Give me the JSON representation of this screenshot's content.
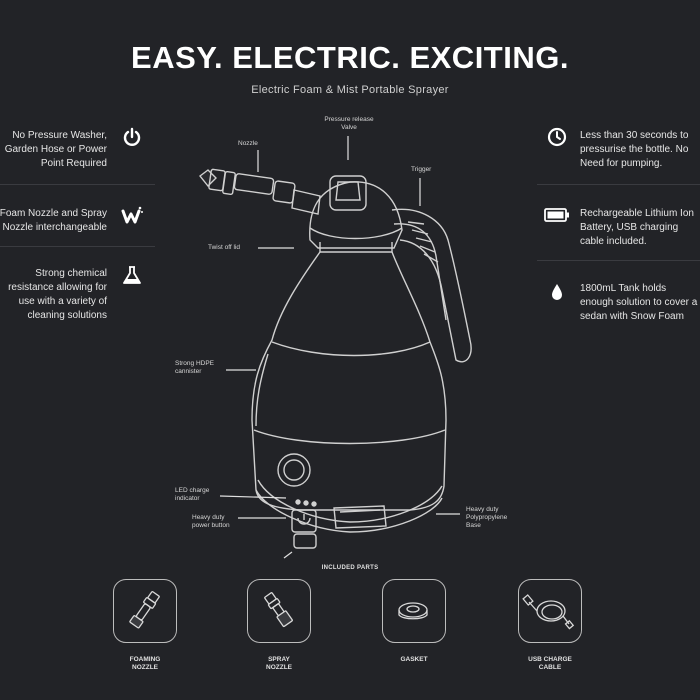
{
  "header": {
    "title": "EASY. ELECTRIC. EXCITING.",
    "subtitle": "Electric Foam & Mist Portable Sprayer"
  },
  "features_left": [
    {
      "text": "No Pressure Washer,\nGarden Hose or Power\nPoint Required",
      "icon": "power-icon"
    },
    {
      "text": "Foam Nozzle and Spray\nNozzle interchangeable",
      "icon": "spray-w-icon"
    },
    {
      "text": "Strong chemical\nresistance allowing for\nuse with a variety of\ncleaning solutions",
      "icon": "flask-icon"
    }
  ],
  "features_right": [
    {
      "text": "Less than 30 seconds to\npressurise the bottle. No\nNeed for pumping.",
      "icon": "clock-icon"
    },
    {
      "text": "Rechargeable Lithium Ion\nBattery, USB charging\ncable included.",
      "icon": "battery-icon"
    },
    {
      "text": "1800mL Tank holds\nenough solution to cover a\nsedan with Snow Foam",
      "icon": "drop-icon"
    }
  ],
  "callouts": {
    "nozzle": "Nozzle",
    "pressure_valve": "Pressure release\nValve",
    "trigger": "Trigger",
    "twist_lid": "Twist off lid",
    "canister": "Strong HDPE\ncannister",
    "led": "LED charge\nindicator",
    "power_button": "Heavy duty\npower button",
    "base": "Heavy duty\nPolypropylene\nBase"
  },
  "parts": {
    "title": "INCLUDED PARTS",
    "items": [
      {
        "label": "FOAMING\nNOZZLE",
        "icon": "foaming-nozzle-icon"
      },
      {
        "label": "SPRAY\nNOZZLE",
        "icon": "spray-nozzle-icon"
      },
      {
        "label": "GASKET",
        "icon": "gasket-icon"
      },
      {
        "label": "USB CHARGE\nCABLE",
        "icon": "usb-cable-icon"
      }
    ]
  },
  "colors": {
    "background": "#222327",
    "text": "#ffffff",
    "divider": "#3a3b40"
  }
}
